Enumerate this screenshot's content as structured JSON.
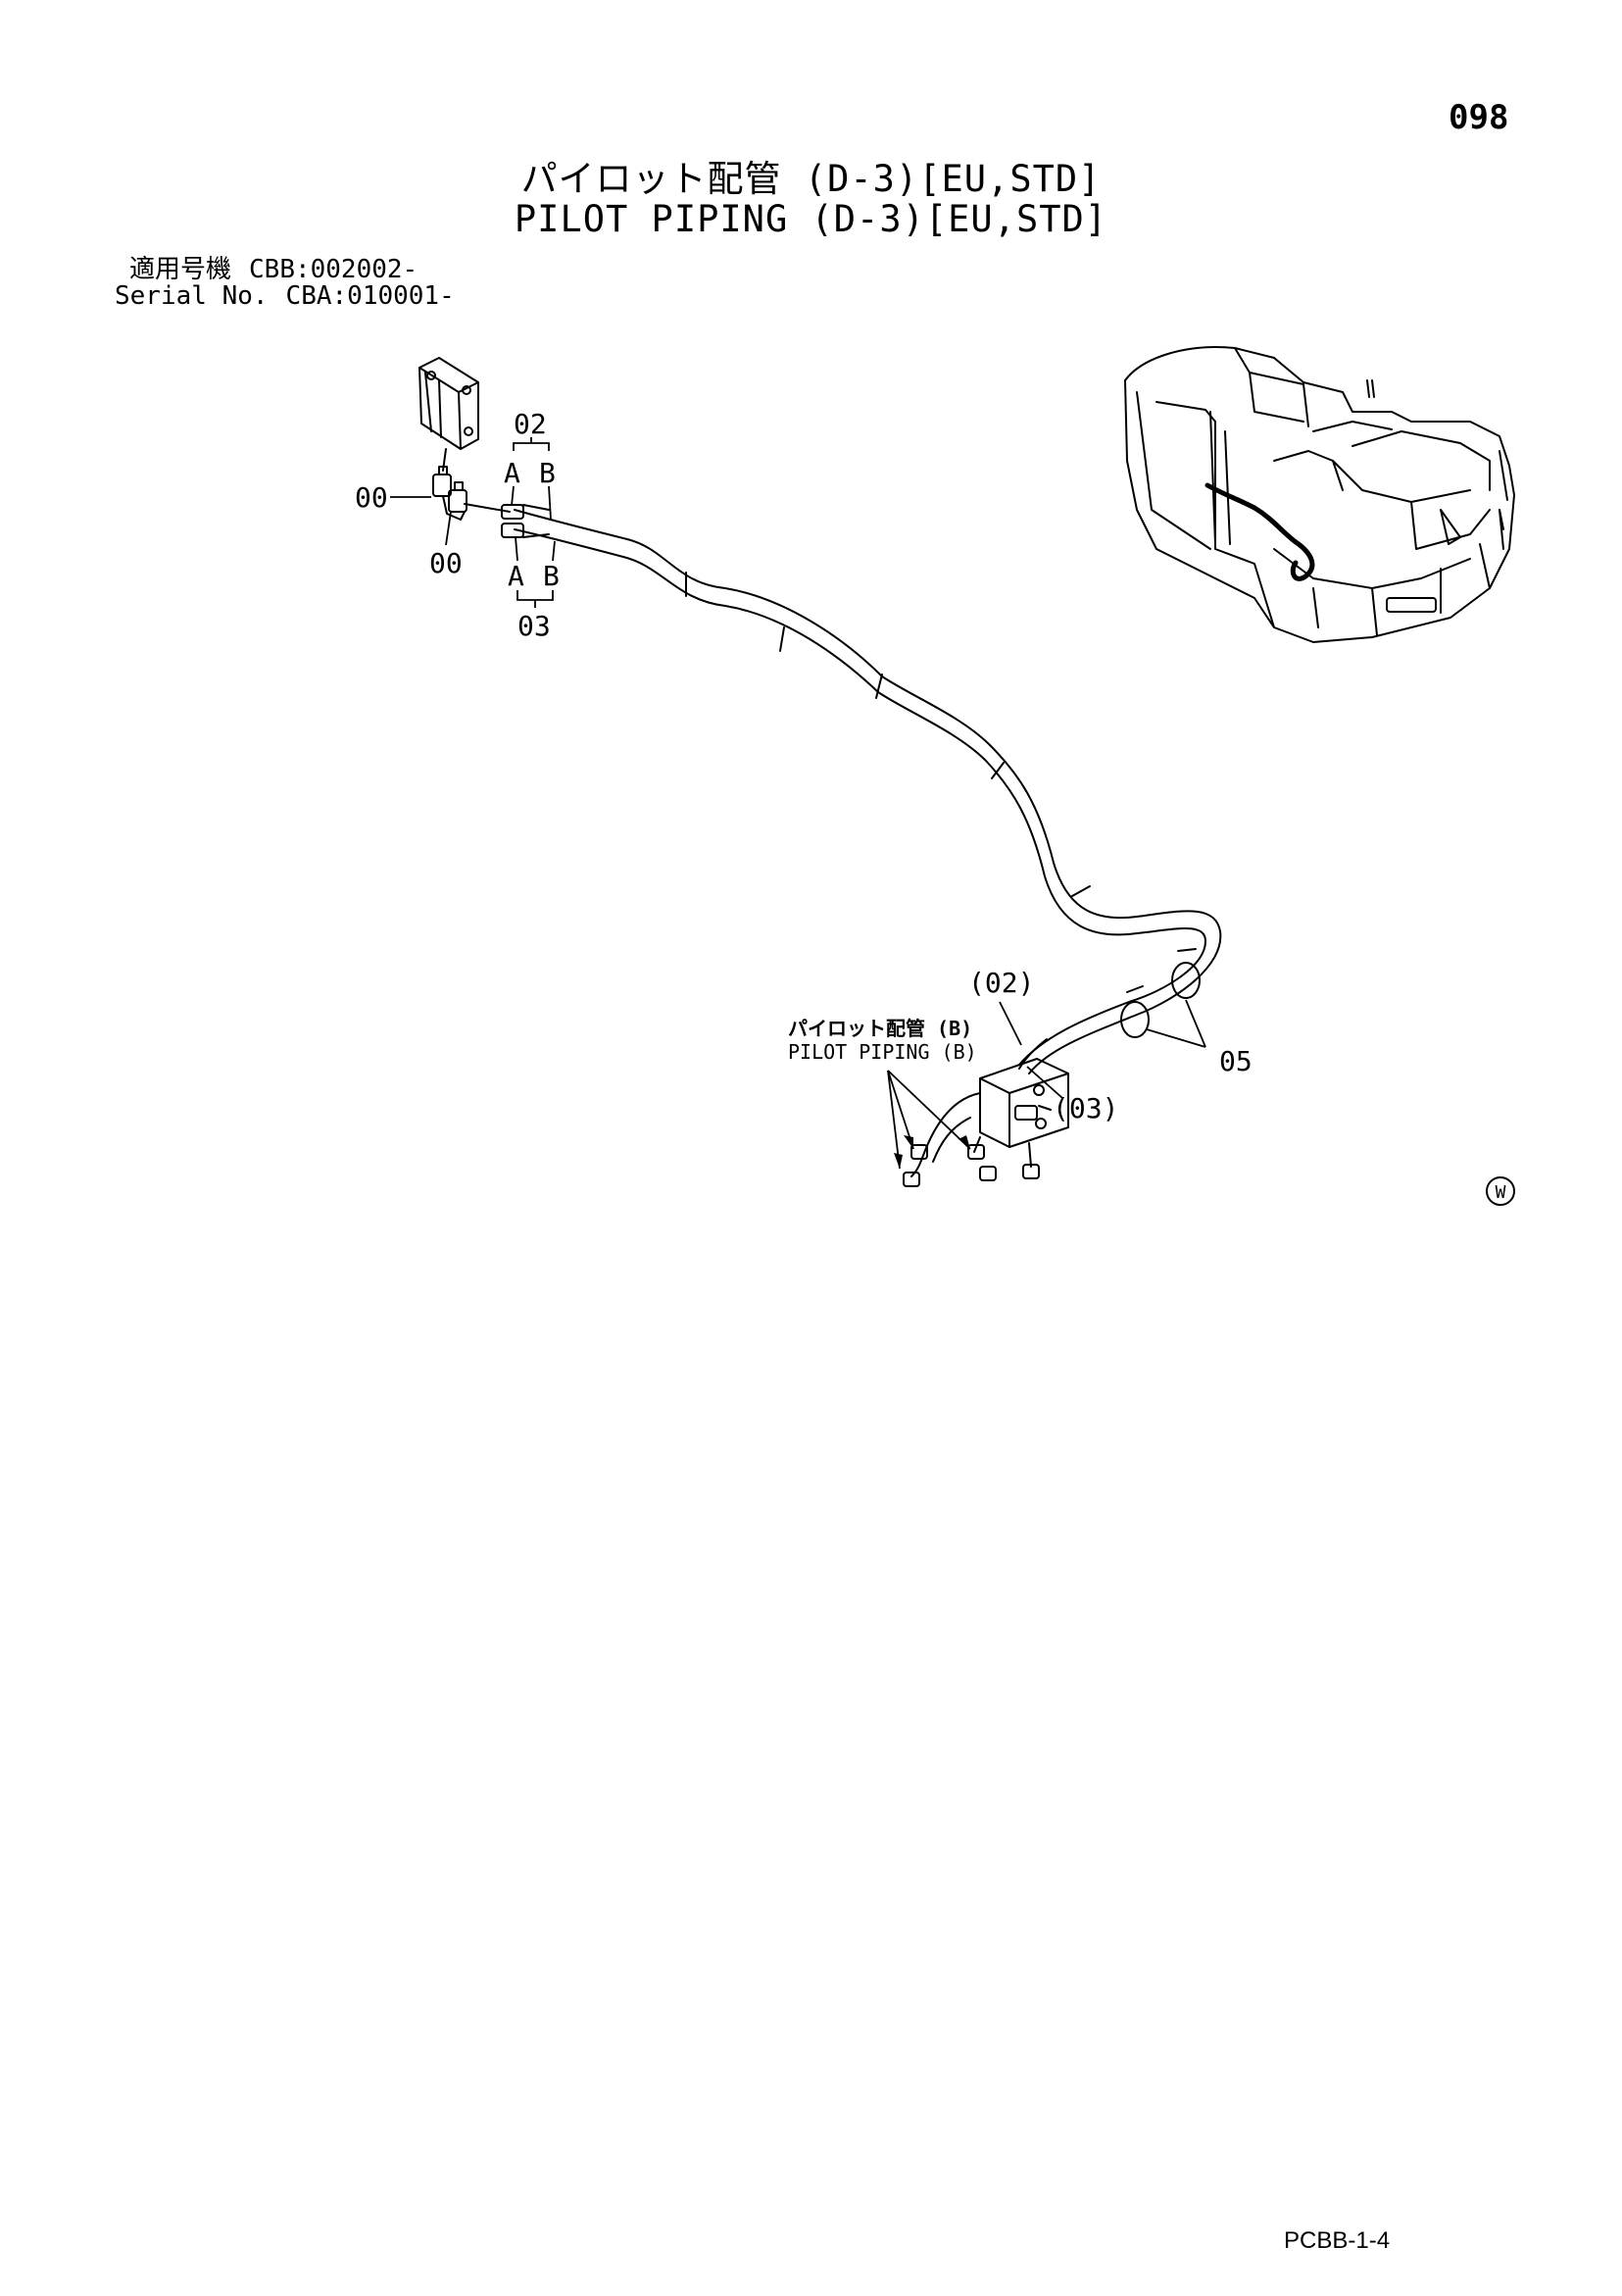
{
  "page": {
    "number": "098",
    "title_jp": "パイロット配管 (D-3)[EU,STD]",
    "title_en": "PILOT PIPING (D-3)[EU,STD]",
    "doc_code": "PCBB-1-4"
  },
  "serial": {
    "row1_label": "適用号機",
    "row1_value": "CBB:002002-",
    "row2_label": "Serial No.",
    "row2_value": "CBA:010001-"
  },
  "callouts": {
    "c00_left": "00",
    "c00_bottom": "00",
    "c02_top": "02",
    "a_top": "A",
    "b_top": "B",
    "a_bottom": "A",
    "b_bottom": "B",
    "c03_bottom": "03",
    "c02_paren": "(02)",
    "c03_paren": "(03)",
    "c05": "05",
    "ref_jp": "パイロット配管 (B)",
    "ref_en": "PILOT PIPING (B)",
    "w_mark": "W"
  }
}
